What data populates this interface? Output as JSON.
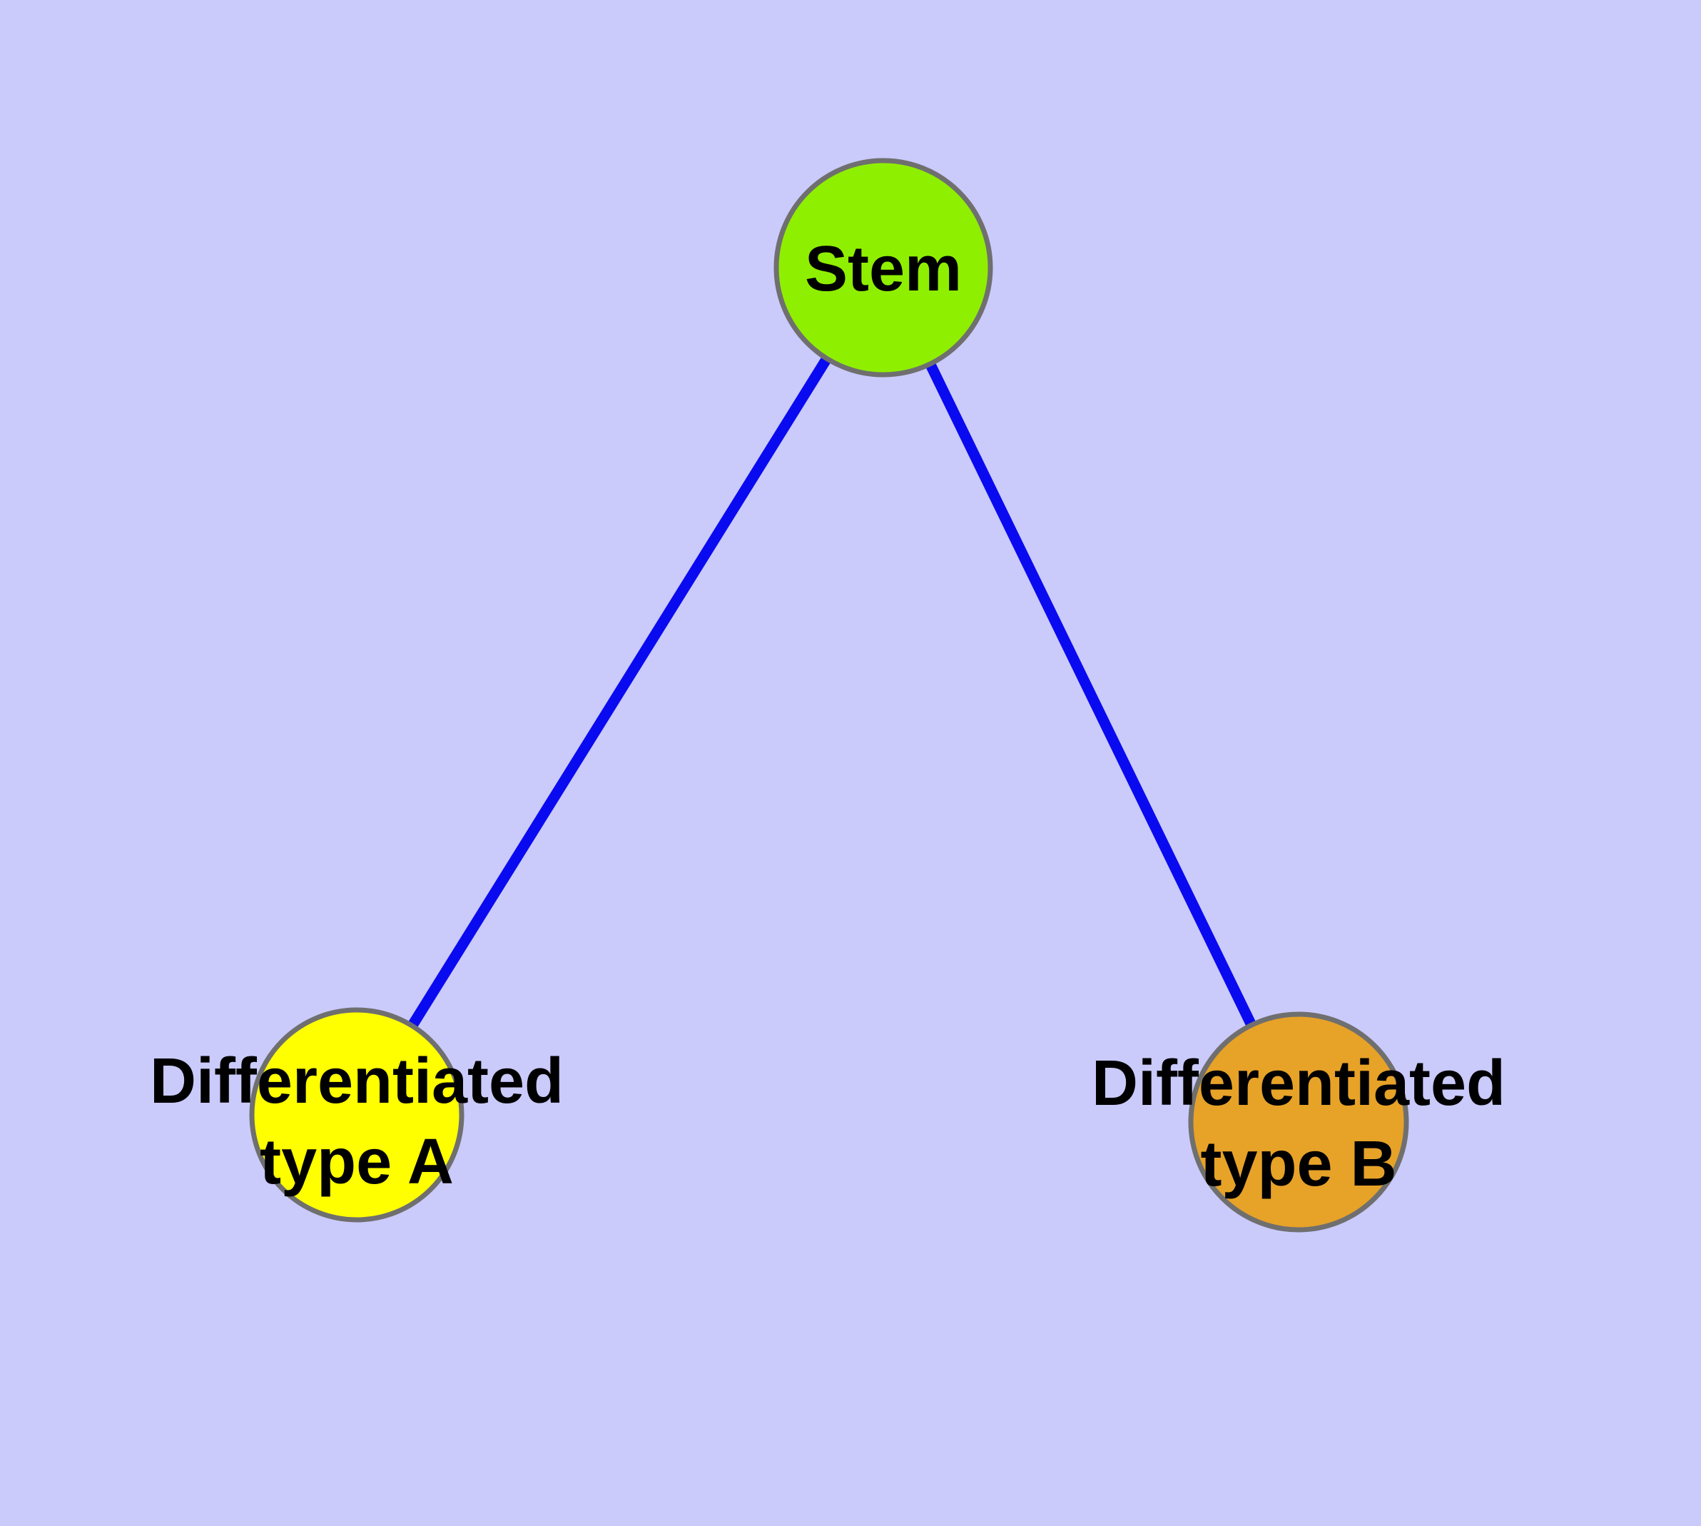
{
  "diagram": {
    "type": "node-link-graph",
    "background_color": "#CACAFB",
    "edge_color": "#0A0AF0",
    "node_border_color": "#6F6F6F",
    "label_color": "#000000",
    "nodes": [
      {
        "id": "stem",
        "label": "Stem",
        "label_lines": [
          "Stem"
        ],
        "fill": "#8FEF00"
      },
      {
        "id": "type-a",
        "label": "Differentiated type A",
        "label_lines": [
          "Differentiated",
          "type A"
        ],
        "fill": "#FFFF00"
      },
      {
        "id": "type-b",
        "label": "Differentiated type B",
        "label_lines": [
          "Differentiated",
          "type B"
        ],
        "fill": "#E7A228"
      }
    ],
    "edges": [
      {
        "from": "stem",
        "to": "type-a"
      },
      {
        "from": "stem",
        "to": "type-b"
      }
    ]
  }
}
